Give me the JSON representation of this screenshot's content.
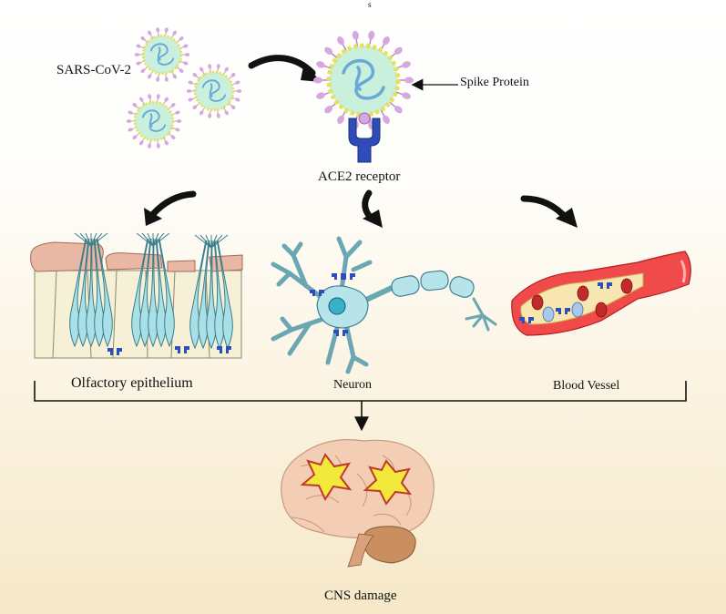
{
  "labels": {
    "tiny_mark": "s",
    "virus": "SARS-CoV-2",
    "spike": "Spike Protein",
    "receptor": "ACE2 receptor",
    "olfactory": "Olfactory epithelium",
    "neuron": "Neuron",
    "vessel": "Blood Vessel",
    "outcome": "CNS damage"
  },
  "colors": {
    "virus_body": "#c8f0dc",
    "virus_membrane": "#e7e05c",
    "virus_spike": "#d6a8e0",
    "rna": "#6aa8d6",
    "receptor": "#2e4db8",
    "cell": "#bfe6ea",
    "vessel": "#f04a4a",
    "brain": "#f3cdb4",
    "star": "#f2ea3a",
    "star_outline": "#c0392b"
  }
}
